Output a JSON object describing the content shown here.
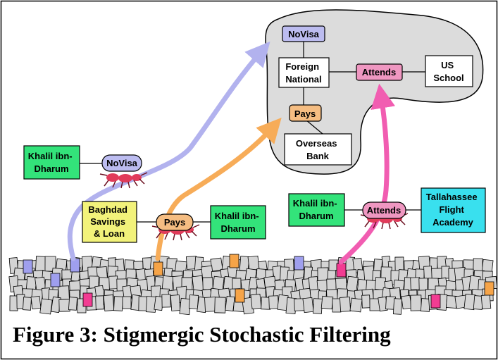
{
  "colors": {
    "border": "#000000",
    "cloud_fill": "#dcdcdc",
    "entity_green": "#33e37a",
    "entity_yellow": "#f2f27a",
    "entity_cyan": "#39e0ee",
    "node_white": "#ffffff",
    "relation_novisa": "#bcbcf0",
    "relation_pays": "#f5bd82",
    "relation_attends": "#ef97c1",
    "arrow_novisa": "#b2b2ee",
    "arrow_pays": "#f7ac58",
    "arrow_attends": "#f15db1",
    "ant": "#e13b5a",
    "doc_gray": "#d4d4d4",
    "doc_blue": "#9f9fee",
    "doc_orange": "#f6a448",
    "doc_pink": "#f23c92"
  },
  "pattern": {
    "novisa": "NoVisa",
    "foreign_national": [
      "Foreign",
      "National"
    ],
    "attends": "Attends",
    "us_school": [
      "US",
      "School"
    ],
    "pays": "Pays",
    "overseas_bank": [
      "Overseas",
      "Bank"
    ]
  },
  "agents": {
    "left": {
      "entity": [
        "Khalil ibn-",
        "Dharum"
      ],
      "relation": "NoVisa"
    },
    "middle": {
      "entity_left": [
        "Baghdad",
        "Savings",
        "& Loan"
      ],
      "relation": "Pays",
      "entity_right": [
        "Khalil ibn-",
        "Dharum"
      ]
    },
    "right": {
      "entity_left": [
        "Khalil ibn-",
        "Dharum"
      ],
      "relation": "Attends",
      "entity_right": [
        "Tallahassee",
        "Flight",
        "Academy"
      ]
    }
  },
  "caption": "Figure 3: Stigmergic Stochastic Filtering"
}
